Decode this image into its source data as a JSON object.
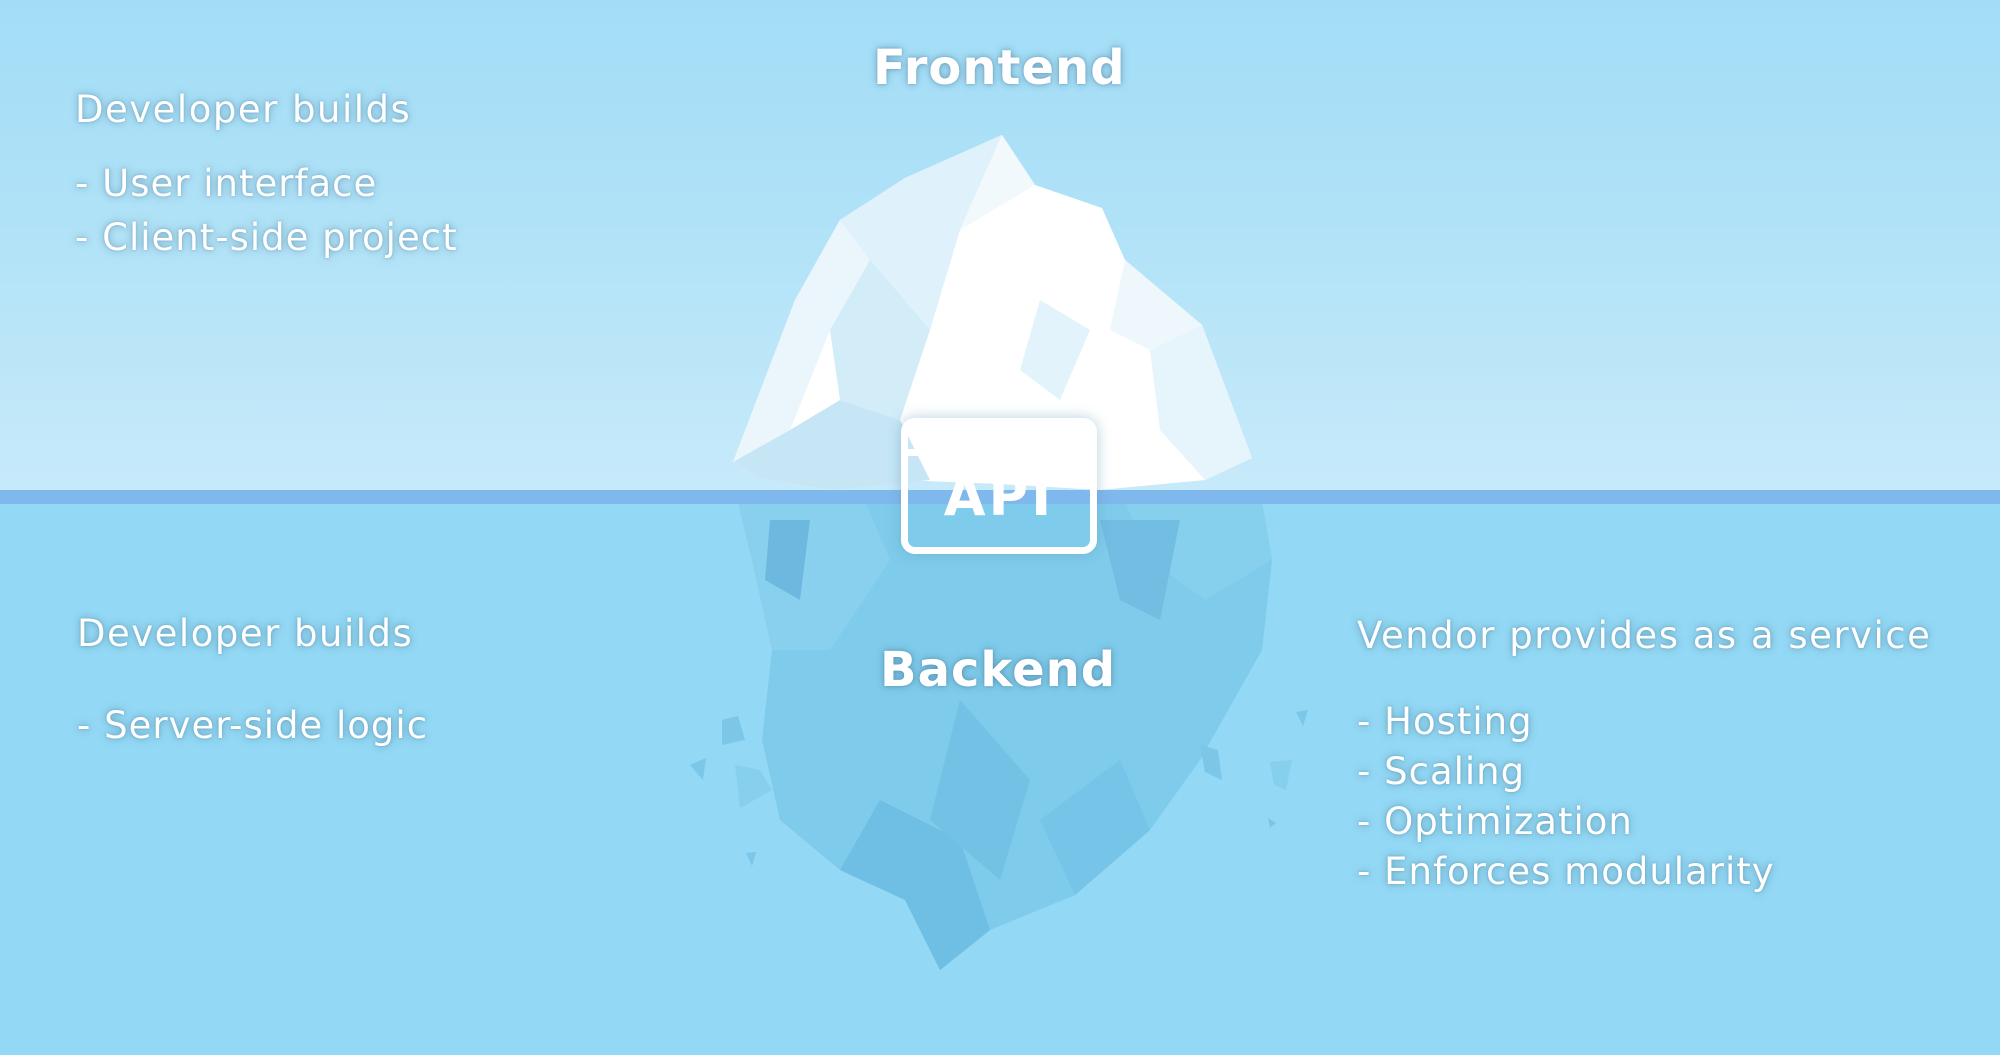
{
  "frontend": {
    "title": "Frontend",
    "heading": "Developer builds",
    "items": [
      "User interface",
      "Client-side project"
    ]
  },
  "backend": {
    "title": "Backend",
    "heading": "Developer builds",
    "items": [
      "Server-side logic"
    ]
  },
  "vendor": {
    "heading": "Vendor provides as a service",
    "items": [
      "Hosting",
      "Scaling",
      "Optimization",
      "Enforces modularity"
    ]
  },
  "api": {
    "label": "API",
    "icon": "api-window-icon"
  },
  "colors": {
    "sky": "#a2ddf7",
    "sea": "#93d8f4",
    "waterline": "#7fb8ec",
    "iceberg_top": "#ffffff",
    "iceberg_bottom": "#7cc9ea",
    "text": "#ffffff"
  }
}
